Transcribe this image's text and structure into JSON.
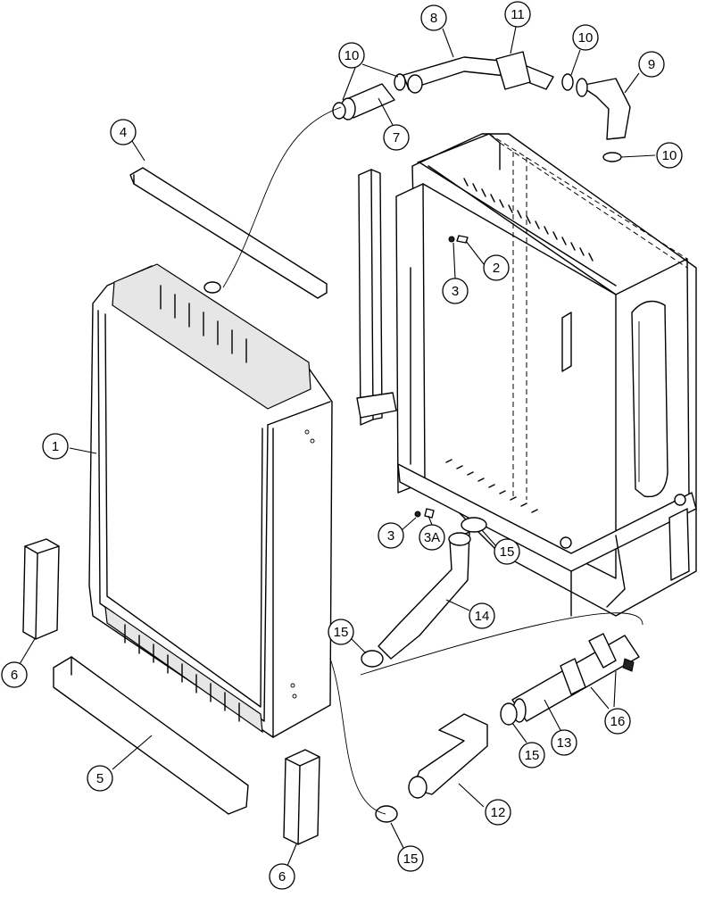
{
  "diagram": {
    "callouts": [
      {
        "id": "c1",
        "label": "1"
      },
      {
        "id": "c2",
        "label": "2"
      },
      {
        "id": "c3a",
        "label": "3"
      },
      {
        "id": "c3b",
        "label": "3"
      },
      {
        "id": "c3A",
        "label": "3A"
      },
      {
        "id": "c4",
        "label": "4"
      },
      {
        "id": "c5",
        "label": "5"
      },
      {
        "id": "c6a",
        "label": "6"
      },
      {
        "id": "c6b",
        "label": "6"
      },
      {
        "id": "c7",
        "label": "7"
      },
      {
        "id": "c8",
        "label": "8"
      },
      {
        "id": "c9",
        "label": "9"
      },
      {
        "id": "c10a",
        "label": "10"
      },
      {
        "id": "c10b",
        "label": "10"
      },
      {
        "id": "c10c",
        "label": "10"
      },
      {
        "id": "c11",
        "label": "11"
      },
      {
        "id": "c12",
        "label": "12"
      },
      {
        "id": "c13",
        "label": "13"
      },
      {
        "id": "c14",
        "label": "14"
      },
      {
        "id": "c15a",
        "label": "15"
      },
      {
        "id": "c15b",
        "label": "15"
      },
      {
        "id": "c15c",
        "label": "15"
      },
      {
        "id": "c15d",
        "label": "15"
      },
      {
        "id": "c16",
        "label": "16"
      }
    ]
  }
}
